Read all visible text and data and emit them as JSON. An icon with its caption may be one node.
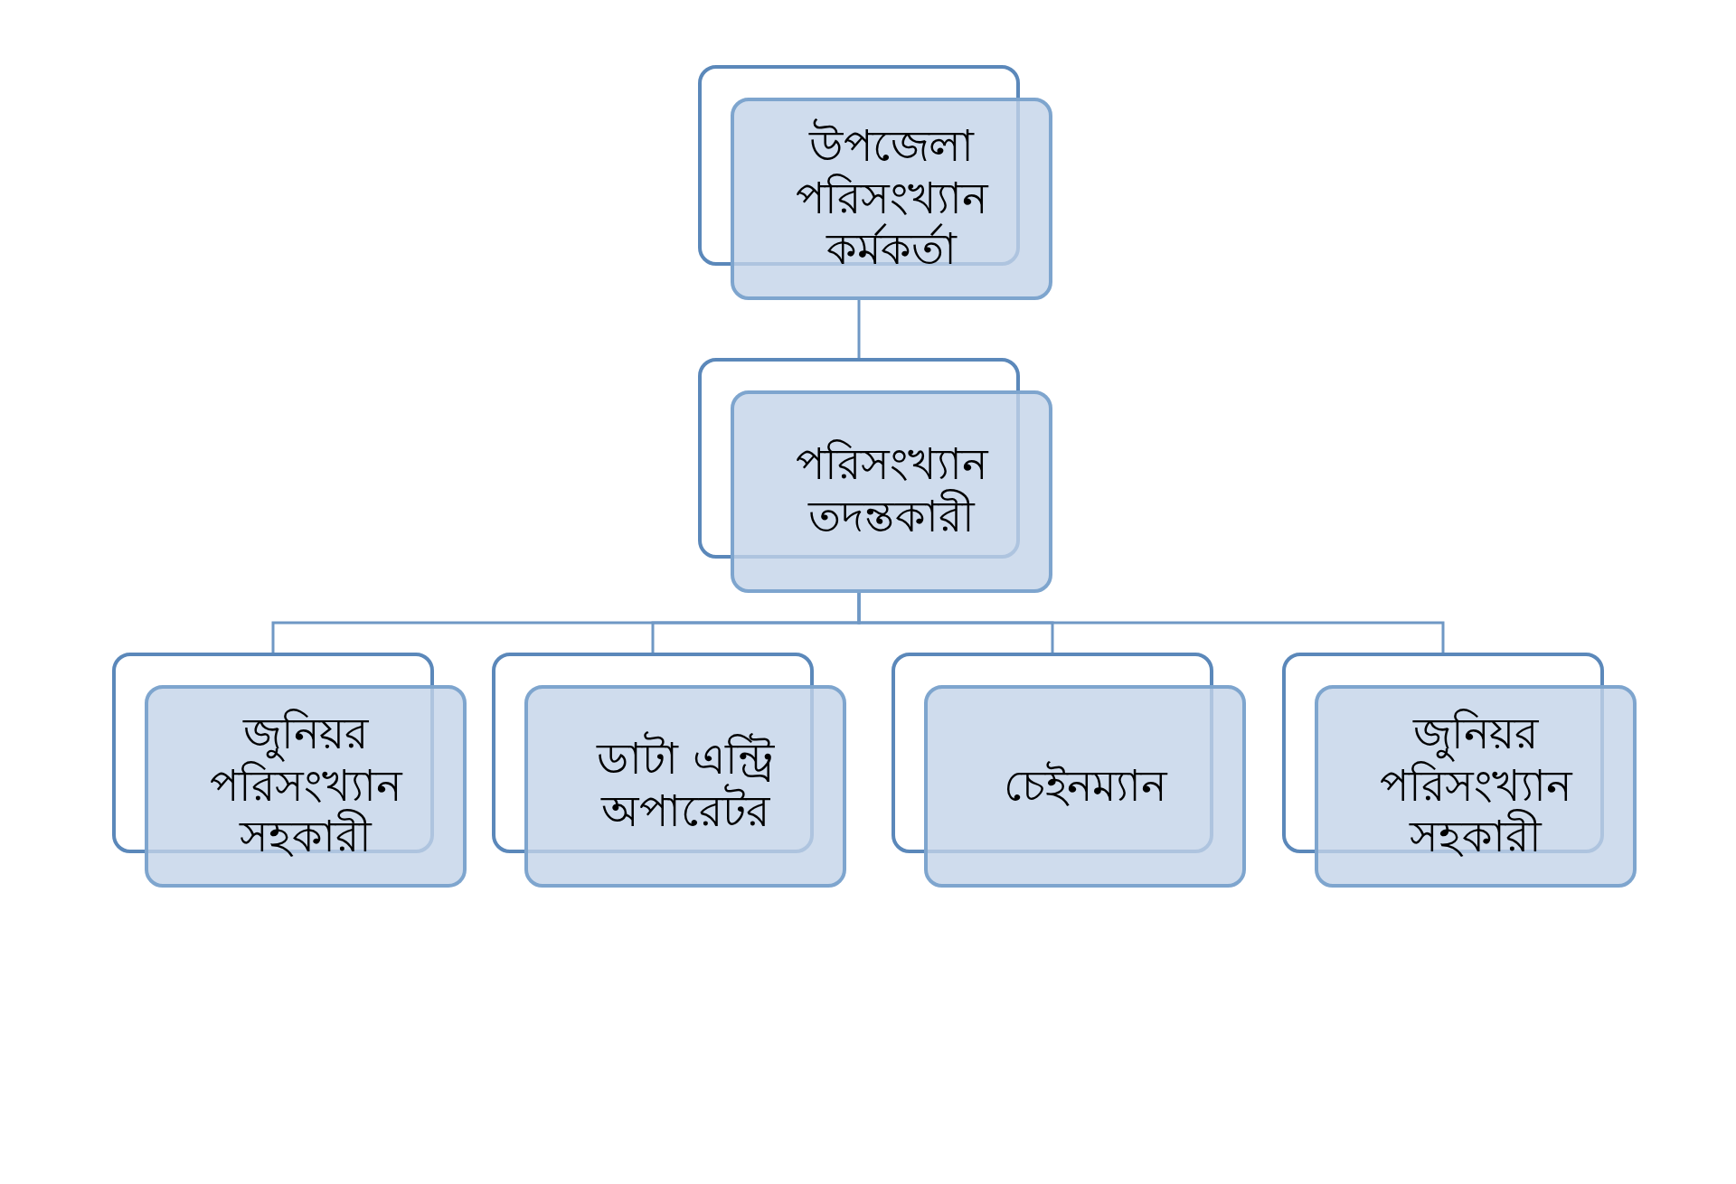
{
  "diagram": {
    "nodes": [
      {
        "text": [
          "উপজেলা পরিসংখ্যান কর্মকর্তা"
        ]
      },
      {
        "text": [
          "পরিসংখ্যান তদন্তকারী"
        ]
      },
      {
        "text": [
          "জুনিয়র পরিসংখ্যান সহকারী"
        ]
      },
      {
        "text": [
          "ডাটা এন্ট্রি অপারেটর"
        ]
      },
      {
        "text": [
          "চেইনম্যান"
        ]
      },
      {
        "text": [
          "জুনিয়র পরিসংখ্যান সহকারী"
        ]
      }
    ],
    "edges": [
      {
        "from": 0,
        "to": 1,
        "arrow": "none"
      },
      {
        "from": 1,
        "to": 2,
        "arrow": "none"
      },
      {
        "from": 1,
        "to": 3,
        "arrow": "none"
      },
      {
        "from": 1,
        "to": 4,
        "arrow": "none"
      },
      {
        "from": 1,
        "to": 5,
        "arrow": "none"
      }
    ]
  }
}
